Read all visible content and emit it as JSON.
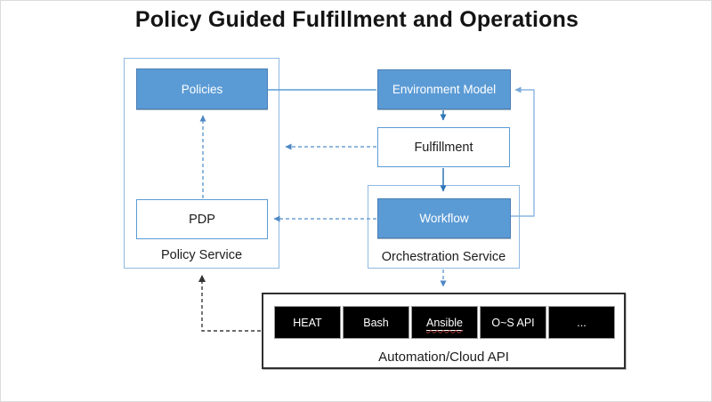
{
  "title": "Policy Guided Fulfillment and Operations",
  "policy_service": {
    "label": "Policy Service",
    "policies_label": "Policies",
    "pdp_label": "PDP"
  },
  "orchestration_service": {
    "label": "Orchestration Service",
    "environment_model_label": "Environment Model",
    "fulfillment_label": "Fulfillment",
    "workflow_label": "Workflow"
  },
  "automation": {
    "label": "Automation/Cloud API",
    "apis": [
      "HEAT",
      "Bash",
      "Ansible",
      "O~S API",
      "..."
    ]
  },
  "colors": {
    "node_fill_blue": "#5b9bd5",
    "node_border_blue": "#4a7fb5",
    "white_node_border": "#5b9bd5",
    "container_border": "#8fb9e0",
    "solid_arrow": "#2e75b6",
    "dashed_arrow": "#6fa0d2",
    "feedback_line": "#8ab6e0",
    "black_dashed_arrow": "#3d3d3d",
    "api_box_bg": "#000000",
    "api_box_text": "#ffffff",
    "automation_border": "#2f2f2f"
  }
}
